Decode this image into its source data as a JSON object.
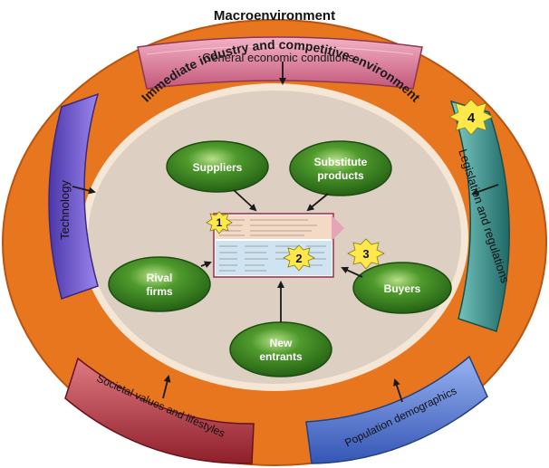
{
  "title": "Macroenvironment",
  "inner_title": "Immediate industry and competitive environment",
  "outer_forces": {
    "economic": "General economic conditions",
    "technology": "Technology",
    "legislation": "Legislation and regulations",
    "societal": "Societal values and lifestyles",
    "population": "Population demographics"
  },
  "inner_forces": {
    "suppliers": [
      "Suppliers"
    ],
    "substitutes": [
      "Substitute",
      "products"
    ],
    "rivals": [
      "Rival",
      "firms"
    ],
    "buyers": [
      "Buyers"
    ],
    "entrants": [
      "New",
      "entrants"
    ]
  },
  "markers": [
    "1",
    "2",
    "3",
    "4"
  ],
  "colors": {
    "orange_ring": "#e8761f",
    "inner_fill": "#ddd0c2",
    "ellipse_green": "#2e7d1e",
    "banner_pink": "#d6678a",
    "banner_purple": "#6b4fc9",
    "banner_teal": "#2f8a88",
    "banner_red": "#b3363f",
    "banner_blue": "#4a6fd1",
    "marker_yellow": "#ffe94a"
  }
}
